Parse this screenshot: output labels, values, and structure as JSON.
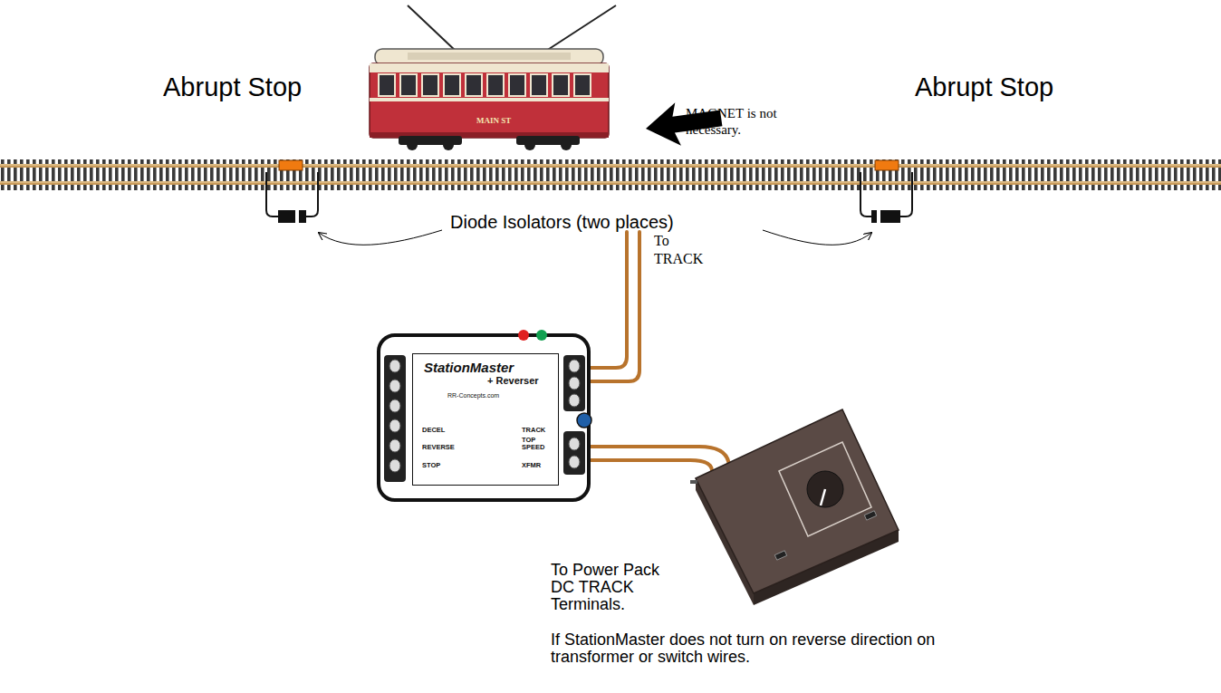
{
  "diagram": {
    "nodes": [
      {
        "text": [
          "StationMaster",
          "+ Reverser",
          "RR-Concepts.com",
          "DECEL",
          "REVERSE",
          "STOP",
          "TRACK",
          "TOP SPEED",
          "XFMR"
        ]
      }
    ],
    "labels": [
      "Abrupt Stop",
      "MAIN ST",
      "MAGNET is not necessary.",
      "Abrupt Stop",
      "Diode Isolators (two places)",
      "To TRACK",
      "To Power Pack DC TRACK Terminals.",
      "If StationMaster does not turn on reverse direction on transformer or switch wires."
    ]
  }
}
